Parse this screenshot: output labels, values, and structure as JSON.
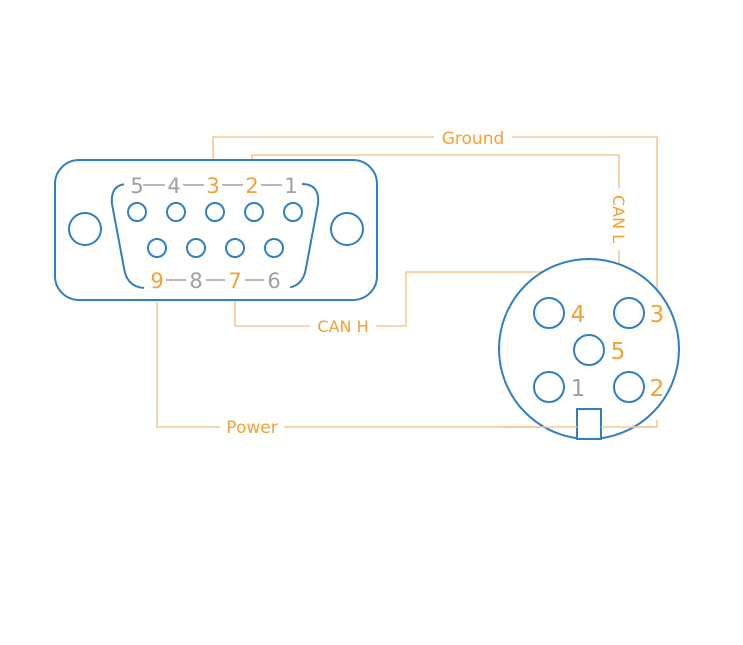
{
  "colors": {
    "blue": "#2f7fc4",
    "orange": "#f5a030",
    "gray": "#a0a0a0",
    "wire": "#f7c792"
  },
  "labels": {
    "ground": "Ground",
    "can_l": "CAN L",
    "can_h": "CAN H",
    "power": "Power"
  },
  "db9": {
    "top_pins": [
      "5",
      "4",
      "3",
      "2",
      "1"
    ],
    "bottom_pins": [
      "9",
      "8",
      "7",
      "6"
    ]
  },
  "m12": {
    "pins": [
      "4",
      "3",
      "5",
      "1",
      "2"
    ]
  }
}
